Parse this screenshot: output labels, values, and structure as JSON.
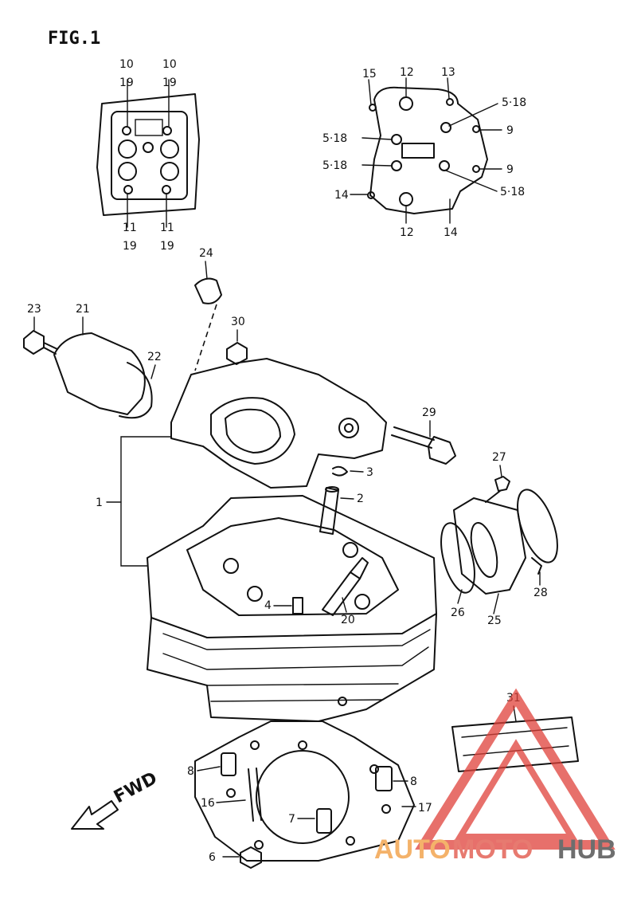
{
  "figure": {
    "title": "FIG.1",
    "direction_label": "FWD"
  },
  "watermark": {
    "part1": "AUTO",
    "part2": "MOTO",
    "part3": "HUB",
    "colors": {
      "auto": "#f4b26a",
      "moto": "#e77a70",
      "hub": "#6e6e6e",
      "triangle": "#e0413a"
    }
  },
  "top_left_view": {
    "top_labels": [
      "10",
      "19",
      "10",
      "19"
    ],
    "bottom_labels": [
      "11",
      "19",
      "11",
      "19"
    ]
  },
  "top_right_view": {
    "labels": [
      "15",
      "12",
      "13",
      "5·18",
      "5·18",
      "9",
      "5·18",
      "9",
      "14",
      "5·18",
      "12",
      "14"
    ]
  },
  "parts": [
    "24",
    "30",
    "23",
    "21",
    "22",
    "29",
    "27",
    "3",
    "2",
    "1",
    "4",
    "20",
    "26",
    "25",
    "28",
    "31",
    "8",
    "8",
    "16",
    "7",
    "6",
    "17"
  ]
}
